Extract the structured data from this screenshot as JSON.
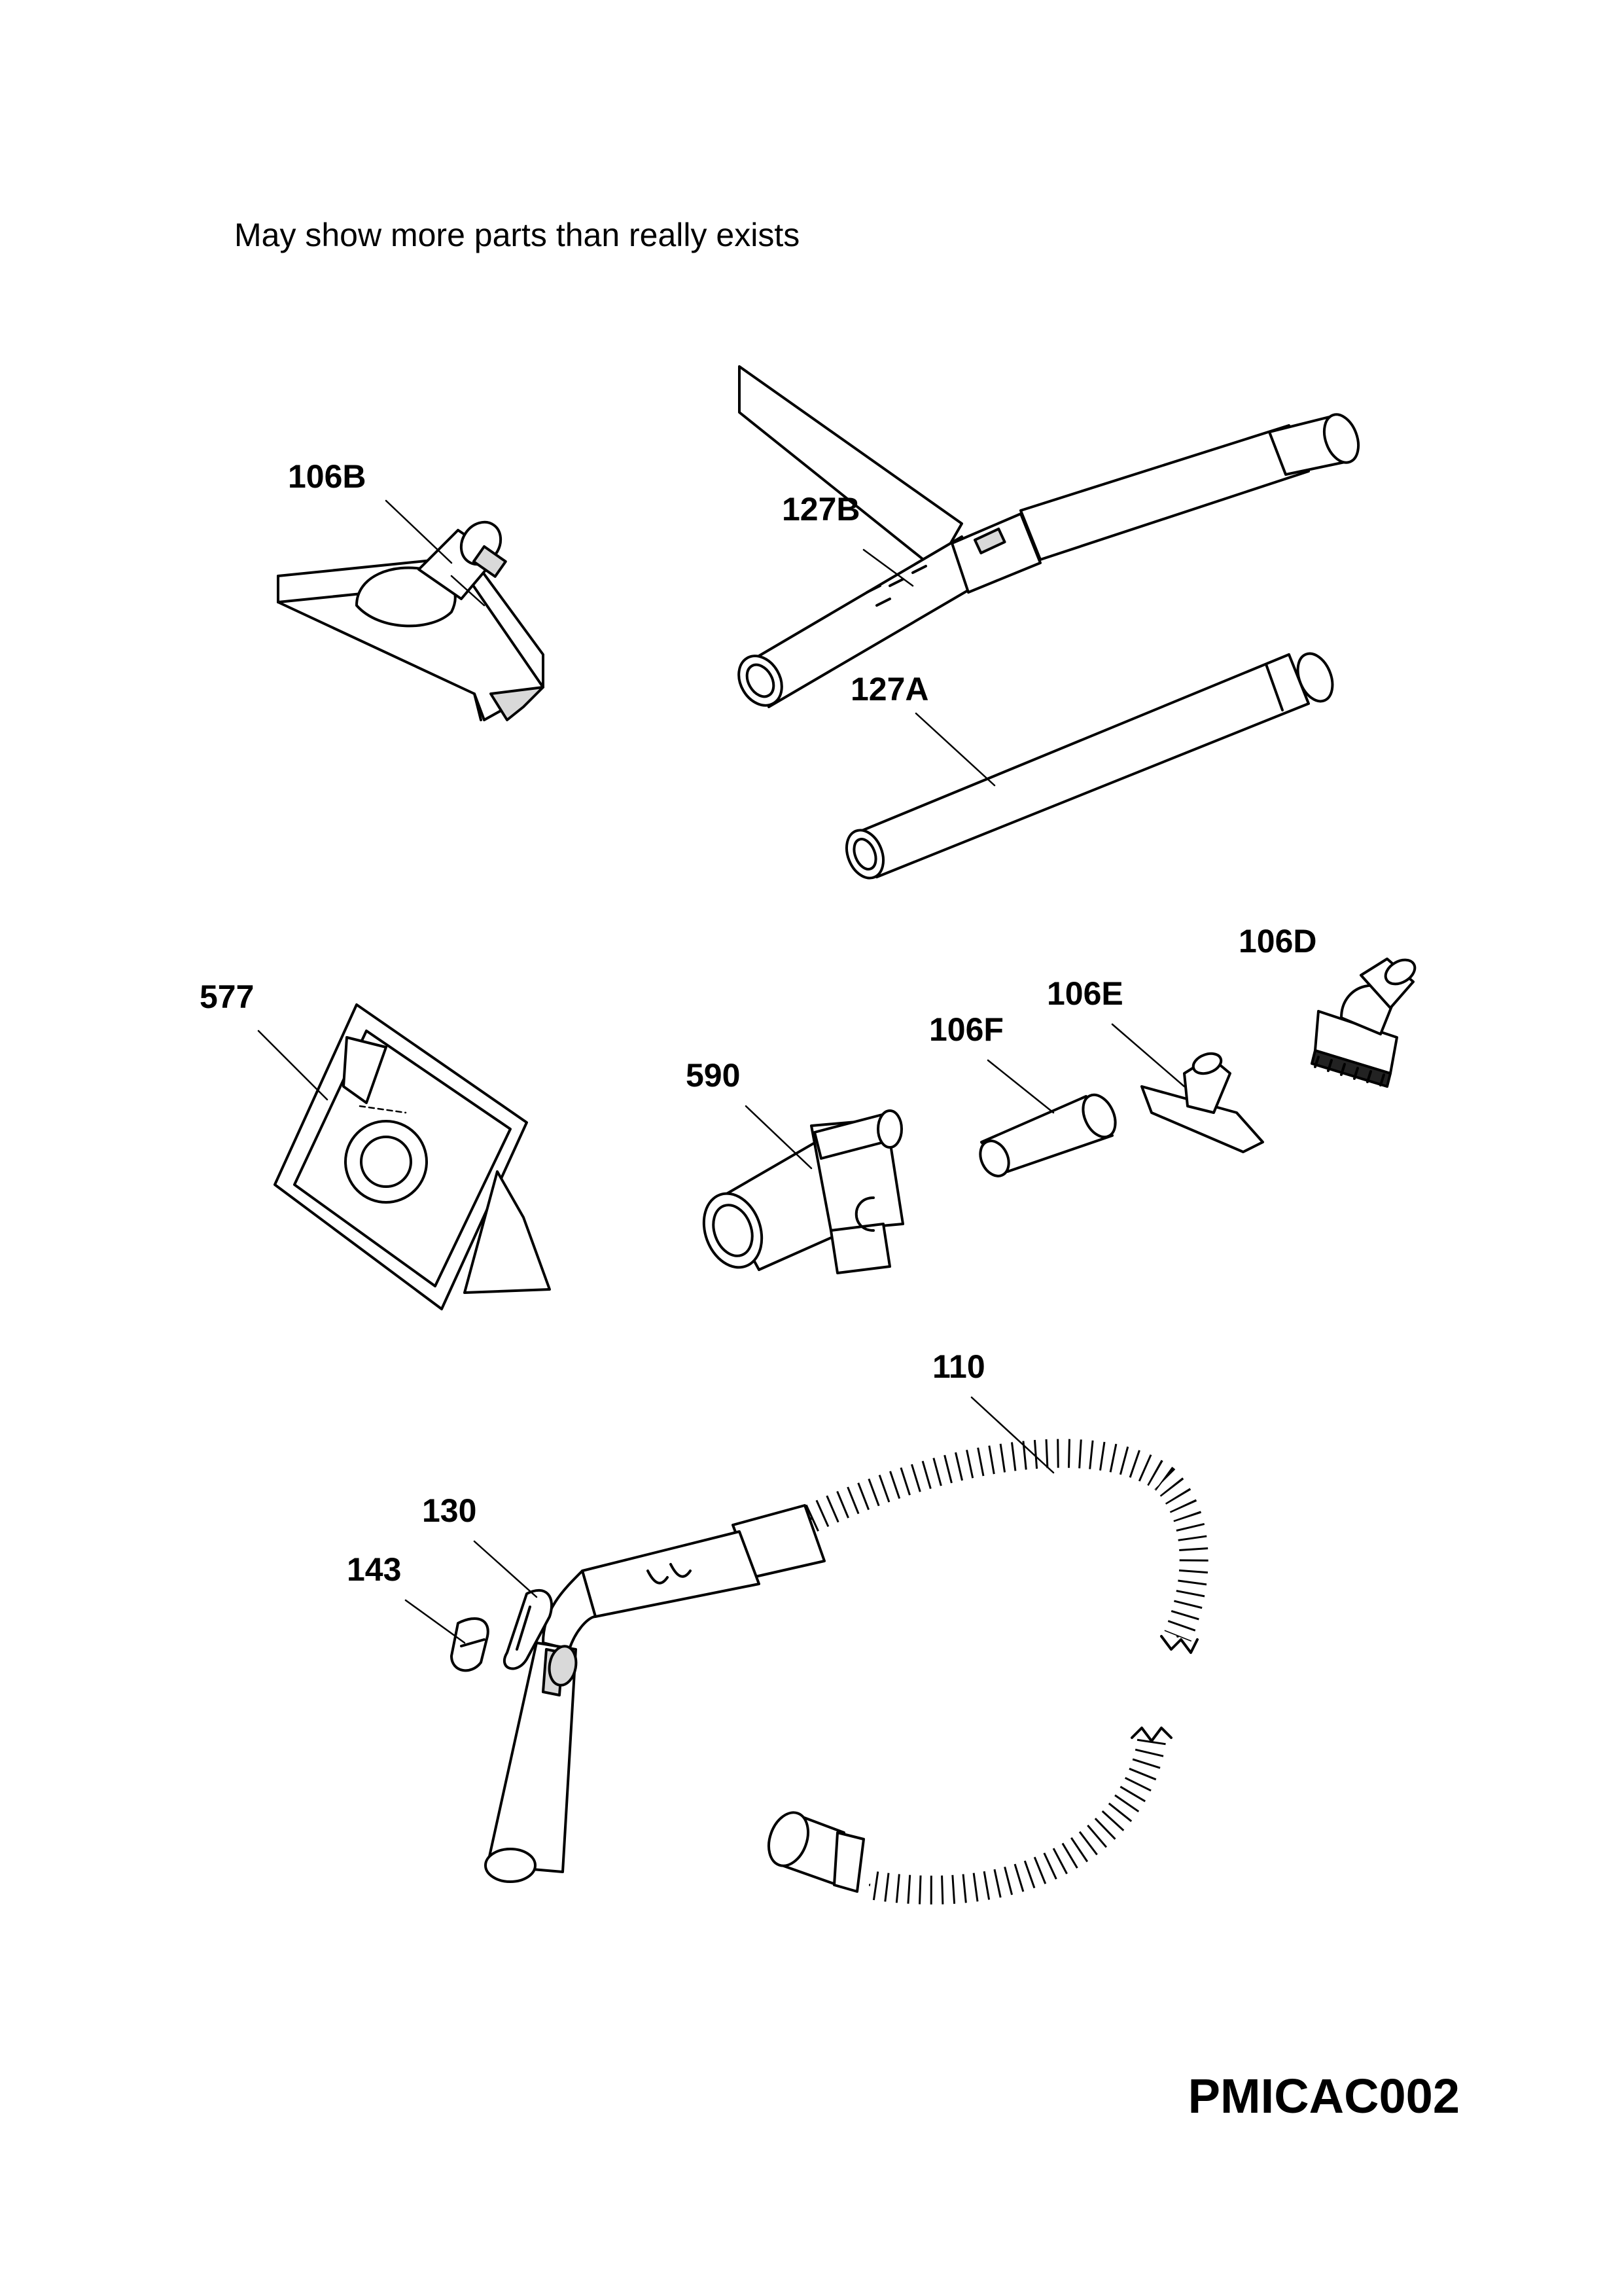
{
  "header": {
    "note": "May show more parts than really exists"
  },
  "footer": {
    "diagram_code": "PMICAC002"
  },
  "parts": [
    {
      "id": "106B",
      "label": "106B"
    },
    {
      "id": "127B",
      "label": "127B"
    },
    {
      "id": "127A",
      "label": "127A"
    },
    {
      "id": "106D",
      "label": "106D"
    },
    {
      "id": "577",
      "label": "577"
    },
    {
      "id": "106E",
      "label": "106E"
    },
    {
      "id": "106F",
      "label": "106F"
    },
    {
      "id": "590",
      "label": "590"
    },
    {
      "id": "110",
      "label": "110"
    },
    {
      "id": "130",
      "label": "130"
    },
    {
      "id": "143",
      "label": "143"
    }
  ]
}
